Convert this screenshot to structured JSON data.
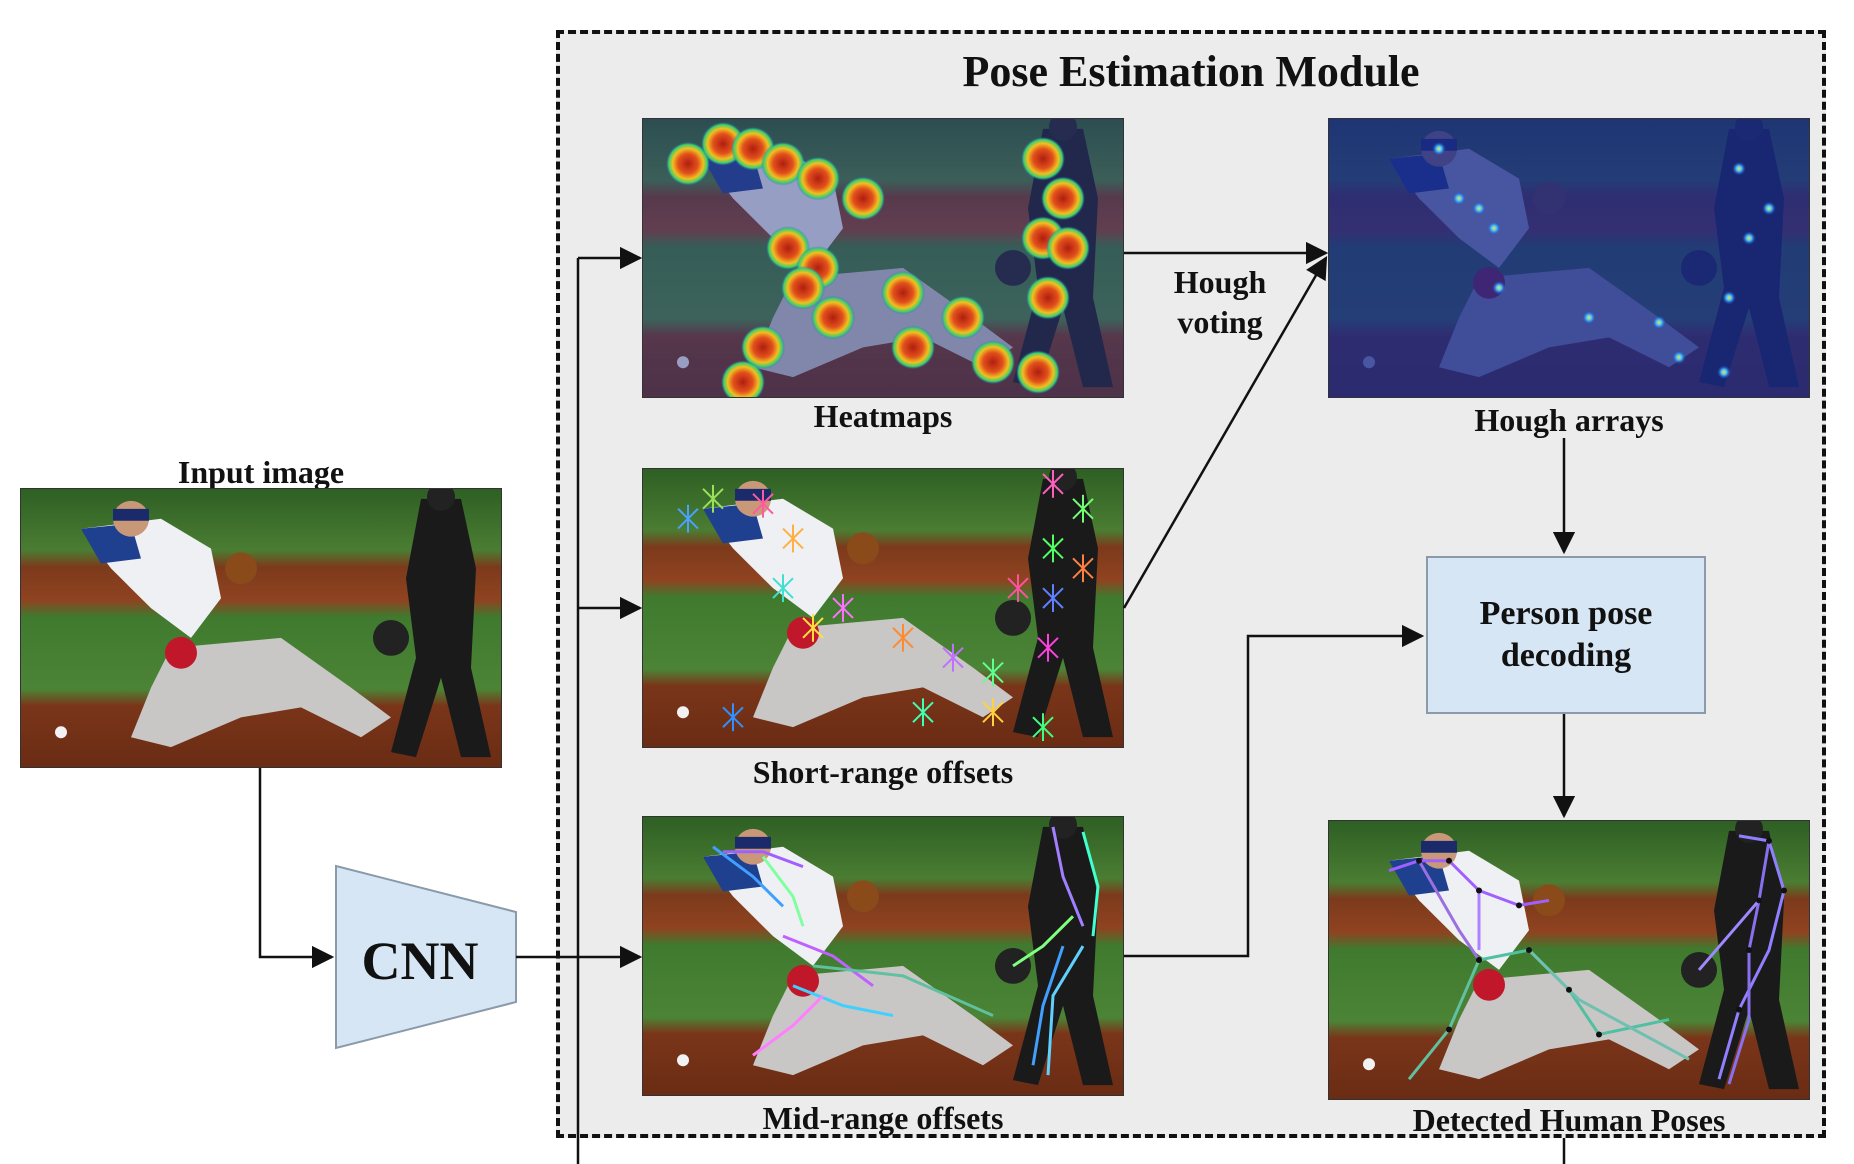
{
  "module": {
    "title": "Pose Estimation Module"
  },
  "input": {
    "label": "Input image"
  },
  "cnn": {
    "label": "CNN"
  },
  "heatmaps": {
    "label": "Heatmaps"
  },
  "short_range": {
    "label": "Short-range offsets"
  },
  "mid_range": {
    "label": "Mid-range offsets"
  },
  "hough_voting": {
    "line1": "Hough",
    "line2": "voting"
  },
  "hough_arrays": {
    "label": "Hough arrays"
  },
  "decoder": {
    "line1": "Person pose",
    "line2": "decoding"
  },
  "detected": {
    "label": "Detected Human Poses"
  },
  "colors": {
    "module_fill": "#ececec",
    "box_fill": "#d6e6f4",
    "grass": "#3f7a2e",
    "dirt": "#8b3d1c",
    "hough_tint": "#1a2a8a"
  }
}
